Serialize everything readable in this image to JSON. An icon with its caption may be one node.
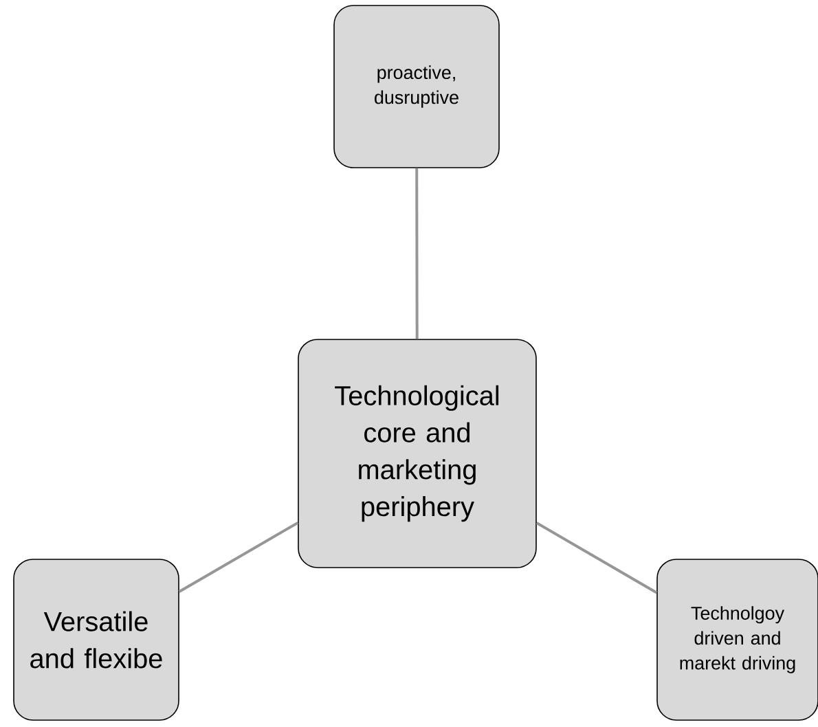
{
  "diagram": {
    "nodes": [
      {
        "text": [
          "Technological core and marketing periphery"
        ]
      },
      {
        "text": [
          "proactive, dusruptive"
        ]
      },
      {
        "text": [
          "Versatile and flexibe"
        ]
      },
      {
        "text": [
          "Technolgoy driven and marekt driving"
        ]
      }
    ],
    "edges": [
      {
        "from": 0,
        "to": 1,
        "arrow": "none"
      },
      {
        "from": 0,
        "to": 2,
        "arrow": "none"
      },
      {
        "from": 0,
        "to": 3,
        "arrow": "none"
      }
    ]
  }
}
